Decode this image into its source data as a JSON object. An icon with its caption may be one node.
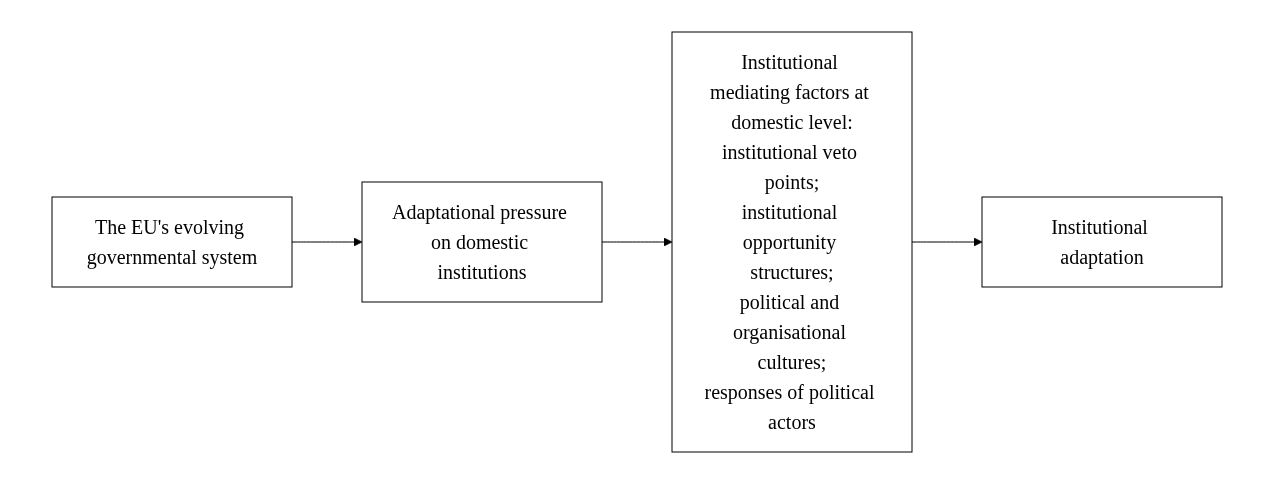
{
  "diagram": {
    "nodes": [
      {
        "text": [
          "The EU's evolving governmental system"
        ]
      },
      {
        "text": [
          "Adaptational pressure on domestic institutions"
        ]
      },
      {
        "text": [
          "Institutional mediating factors at domestic level:",
          "institutional veto points;",
          "institutional opportunity structures;",
          "political and organisational cultures;",
          "responses of political actors"
        ]
      },
      {
        "text": [
          "Institutional adaptation"
        ]
      }
    ],
    "edges": [
      {
        "from": 0,
        "to": 1,
        "arrow": "to"
      },
      {
        "from": 1,
        "to": 2,
        "arrow": "to"
      },
      {
        "from": 2,
        "to": 3,
        "arrow": "to"
      }
    ]
  }
}
